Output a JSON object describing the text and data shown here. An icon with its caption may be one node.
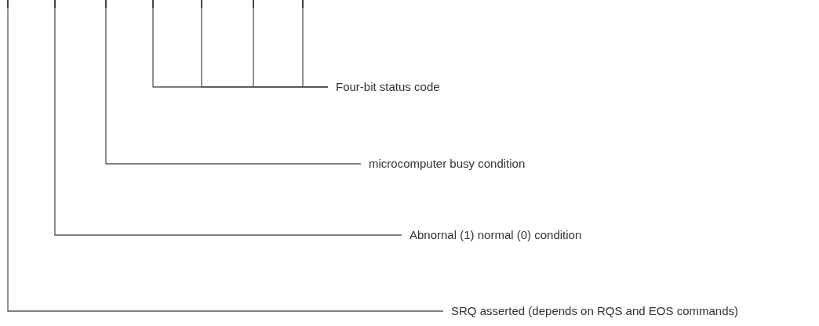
{
  "diagram": {
    "nodes": [
      {
        "text": [
          "Four-bit status code"
        ]
      },
      {
        "text": [
          "microcomputer busy condition"
        ]
      },
      {
        "text": [
          "Abnornal (1) normal (0) condition"
        ]
      },
      {
        "text": [
          "SRQ asserted (depends on RQS and EOS commands)"
        ]
      },
      {
        "text": [],
        "shape": "line"
      },
      {
        "text": [],
        "shape": "line"
      },
      {
        "text": [],
        "shape": "line"
      },
      {
        "text": [],
        "shape": "line"
      },
      {
        "text": [],
        "shape": "line"
      },
      {
        "text": [],
        "shape": "line"
      },
      {
        "text": [],
        "shape": "line"
      }
    ],
    "edges": [
      {
        "from": 3,
        "to": 4,
        "arrow": "none"
      },
      {
        "from": 2,
        "to": 5,
        "arrow": "none"
      },
      {
        "from": 1,
        "to": 6,
        "arrow": "none"
      },
      {
        "from": 0,
        "to": 7,
        "arrow": "none"
      },
      {
        "from": 0,
        "to": 8,
        "arrow": "none"
      },
      {
        "from": 0,
        "to": 9,
        "arrow": "none"
      },
      {
        "from": 0,
        "to": 10,
        "arrow": "none"
      }
    ]
  }
}
